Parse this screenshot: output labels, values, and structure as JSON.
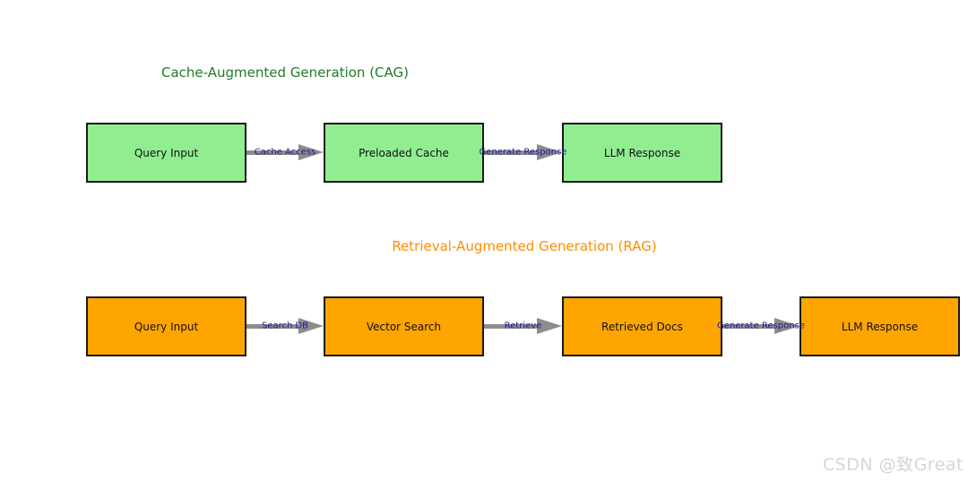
{
  "colors": {
    "background": "#ffffff",
    "cag-title": "#1e7b28",
    "rag-title": "#ff8c00",
    "cag-box-fill": "#90ee90",
    "rag-box-fill": "#ffa500",
    "box-border": "#1a1a1a",
    "arrow": "#8c8c8c",
    "arrow-label": "#1a1a9c",
    "watermark": "#d5d5d5"
  },
  "cag": {
    "title": "Cache-Augmented Generation (CAG)",
    "boxes": [
      {
        "label": "Query Input"
      },
      {
        "label": "Preloaded Cache"
      },
      {
        "label": "LLM Response"
      }
    ],
    "arrows": [
      {
        "label": "Cache Access"
      },
      {
        "label": "Generate Response"
      }
    ]
  },
  "rag": {
    "title": "Retrieval-Augmented Generation (RAG)",
    "boxes": [
      {
        "label": "Query Input"
      },
      {
        "label": "Vector Search"
      },
      {
        "label": "Retrieved Docs"
      },
      {
        "label": "LLM Response"
      }
    ],
    "arrows": [
      {
        "label": "Search DB"
      },
      {
        "label": "Retrieve"
      },
      {
        "label": "Generate Response"
      }
    ]
  },
  "watermark": "CSDN @致Great"
}
